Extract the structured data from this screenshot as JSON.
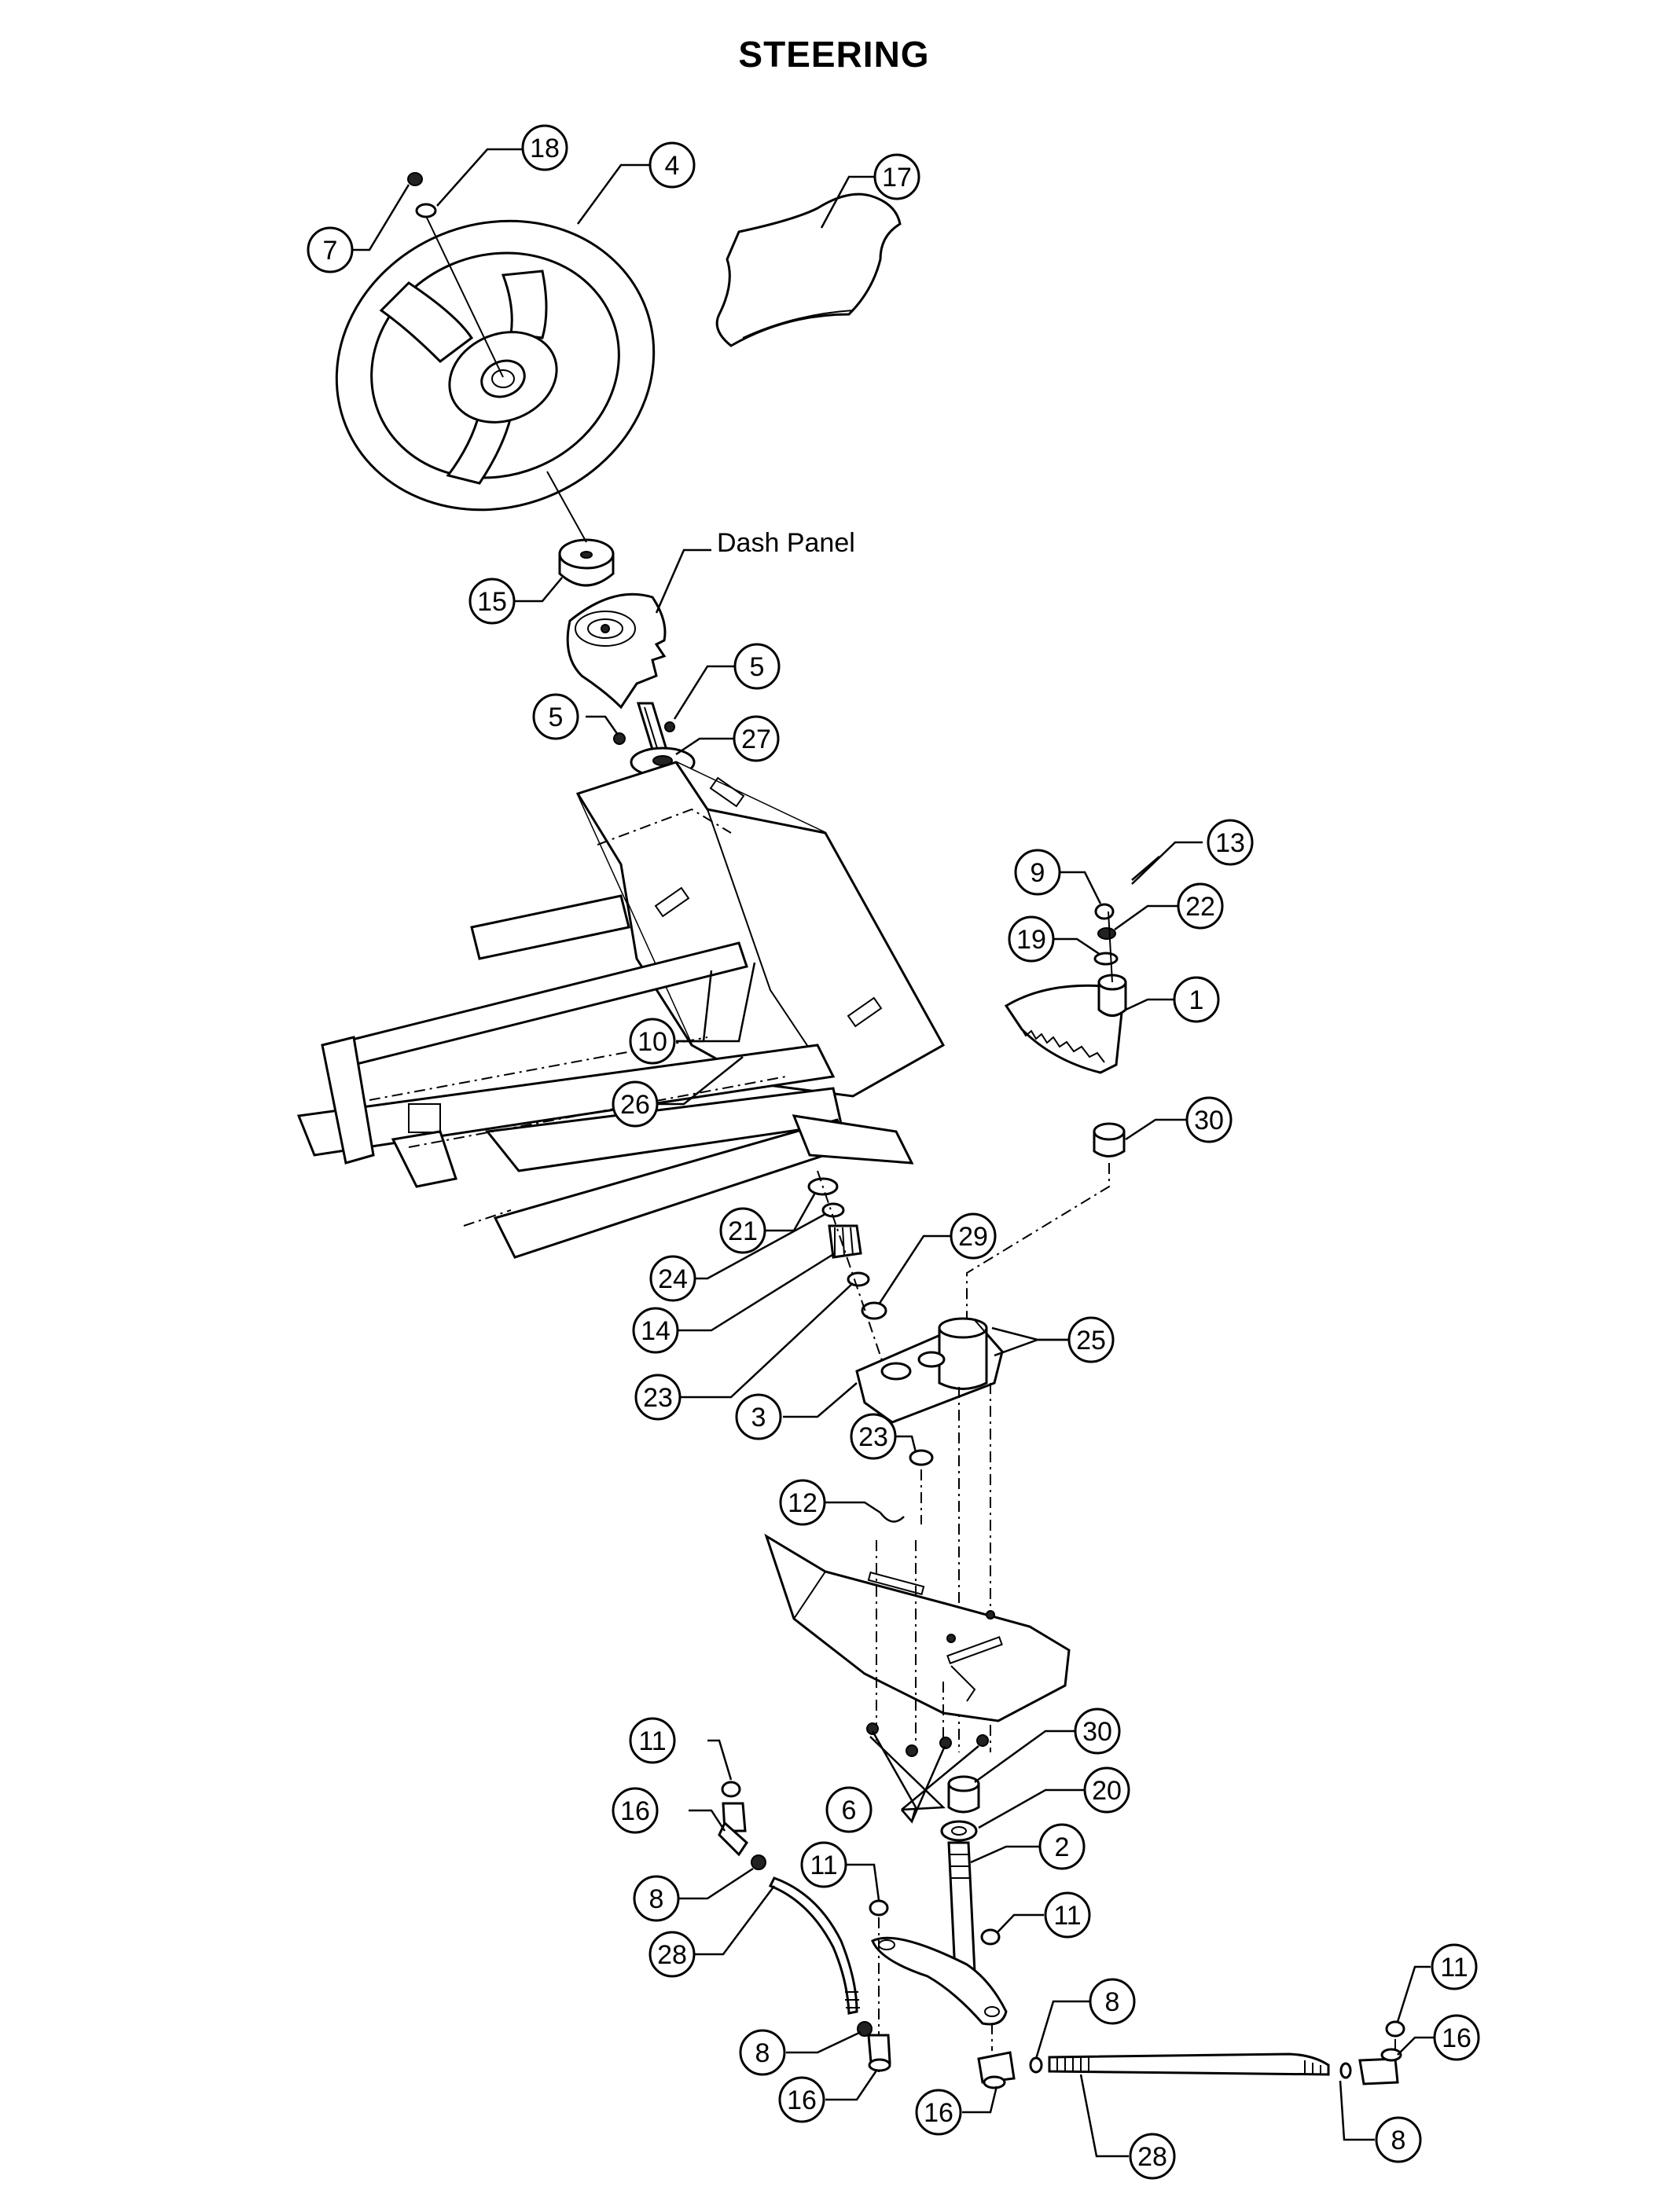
{
  "title": "STEERING",
  "dash_panel_label": "Dash Panel",
  "callouts": [
    "18",
    "4",
    "17",
    "7",
    "15",
    "5",
    "5",
    "27",
    "13",
    "9",
    "22",
    "19",
    "1",
    "10",
    "26",
    "30",
    "21",
    "29",
    "24",
    "25",
    "14",
    "23",
    "3",
    "23",
    "12",
    "11",
    "30",
    "20",
    "16",
    "6",
    "11",
    "2",
    "8",
    "11",
    "28",
    "8",
    "11",
    "16",
    "8",
    "16",
    "16",
    "28",
    "8"
  ]
}
